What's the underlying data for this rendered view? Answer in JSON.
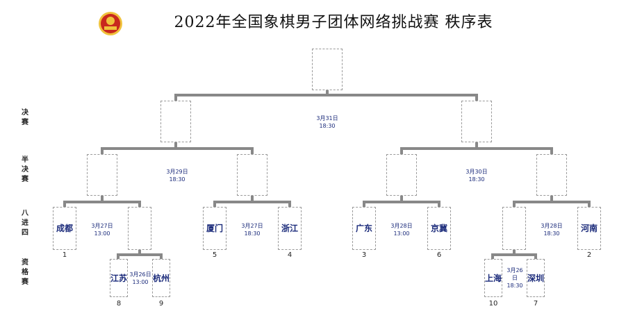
{
  "title": "2022年全国象棋男子团体网络挑战赛 秩序表",
  "logo": {
    "icon": "chinese-chess-association-emblem",
    "colors": [
      "#c8281e",
      "#f0c23c"
    ]
  },
  "colors": {
    "line": "#888888",
    "text_blue": "#1a2a7a",
    "box_border": "#999999"
  },
  "rounds": {
    "final": "决赛",
    "semifinal": "半决赛",
    "quarterfinal": "八进四",
    "qualifier": "资格赛"
  },
  "schedule": {
    "final": "3月31日\n18:30",
    "semi_left": "3月29日\n18:30",
    "semi_right": "3月30日\n18:30",
    "qf1": "3月27日\n13:00",
    "qf2": "3月27日\n18:30",
    "qf3": "3月28日\n13:00",
    "qf4": "3月28日\n18:30",
    "q_left": "3月26日\n13:00",
    "q_right": "3月26\n日\n18:30"
  },
  "teams": {
    "chengdu": "成都",
    "jiangsu": "江苏",
    "hangzhou": "杭州",
    "xiamen": "厦门",
    "zhejiang": "浙江",
    "guangdong": "广东",
    "jingji": "京冀",
    "shanghai": "上海",
    "shenzhen": "深圳",
    "henan": "河南"
  },
  "seeds": {
    "chengdu": "1",
    "jiangsu": "8",
    "hangzhou": "9",
    "xiamen": "5",
    "zhejiang": "4",
    "guangdong": "3",
    "jingji": "6",
    "shanghai": "10",
    "shenzhen": "7",
    "henan": "2"
  }
}
